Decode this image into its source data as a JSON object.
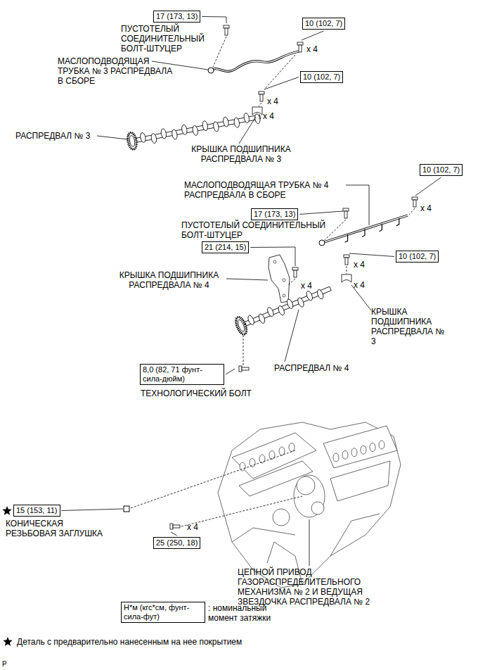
{
  "diagram": {
    "nodes": [
      {
        "text": [
          "17 (173, 13)"
        ]
      },
      {
        "text": [
          "10 (102, 7)"
        ]
      },
      {
        "text": [
          "10 (102, 7)"
        ]
      },
      {
        "text": [
          "10 (102, 7)"
        ]
      },
      {
        "text": [
          "17 (173, 13)"
        ]
      },
      {
        "text": [
          "21 (214, 15)"
        ]
      },
      {
        "text": [
          "10 (102, 7)"
        ]
      },
      {
        "text": [
          "8,0 (82, 71 фунт-сила-дюйм)"
        ]
      },
      {
        "text": [
          "15 (153, 11)"
        ]
      },
      {
        "text": [
          "25 (250, 18)"
        ]
      },
      {
        "text": [
          "Н*м (кгс*см, фунт-сила-фут)"
        ]
      }
    ],
    "labels": [
      "ПУСТОТЕЛЫЙ СОЕДИНИТЕЛЬНЫЙ БОЛТ-ШТУЦЕР",
      "x 4",
      "МАСЛОПОДВОДЯЩАЯ ТРУБКА № 3 РАСПРЕДВАЛА В СБОРЕ",
      "x 4",
      "x 4",
      "РАСПРЕДВАЛ № 3",
      "КРЫШКА ПОДШИПНИКА РАСПРЕДВАЛА № 3",
      "МАСЛОПОДВОДЯЩАЯ ТРУБКА № 4 РАСПРЕДВАЛА В СБОРЕ",
      "x 4",
      "ПУСТОТЕЛЫЙ СОЕДИНИТЕЛЬНЫЙ БОЛТ-ШТУЦЕР",
      "x 4",
      "КРЫШКА ПОДШИПНИКА РАСПРЕДВАЛА № 4",
      "x 4",
      "x 4",
      "КРЫШКА ПОДШИПНИКА РАСПРЕДВАЛА № 3",
      "РАСПРЕДВАЛ № 4",
      "ТЕХНОЛОГИЧЕСКИЙ БОЛТ",
      "КОНИЧЕСКАЯ РЕЗЬБОВАЯ ЗАГЛУШКА",
      "x 4",
      "ЦЕПНОЙ ПРИВОД ГАЗОРАСПРЕДЕЛИТЕЛЬНОГО МЕХАНИЗМА № 2 И ВЕДУЩАЯ ЗВЕЗДОЧКА РАСПРЕДВАЛА № 2",
      "P"
    ],
    "legend": [
      {
        "text": ": номинальный момент затяжки"
      },
      {
        "text": "Деталь с предварительно нанесенным на нее покрытием"
      }
    ]
  }
}
